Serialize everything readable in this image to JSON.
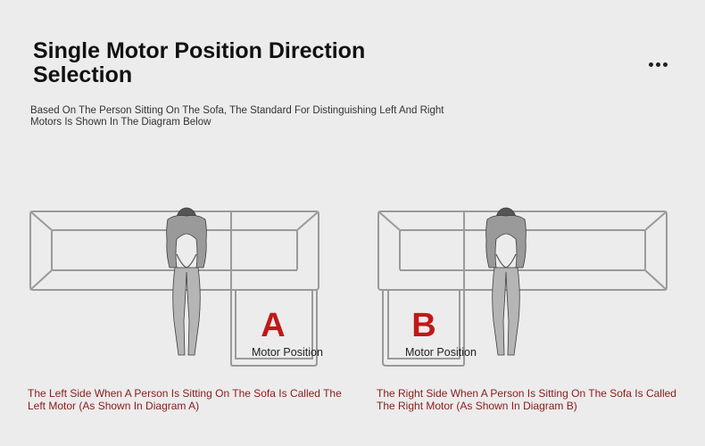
{
  "header": {
    "title": "Single Motor Position Direction Selection",
    "subtitle": "Based On The Person Sitting On The Sofa, The Standard For Distinguishing Left And Right Motors Is Shown In The Diagram Below"
  },
  "menu_icon": "more-horizontal-icon",
  "diagrams": [
    {
      "letter": "A",
      "motor_label": "Motor Position",
      "caption": "The Left Side When A Person Is Sitting On The Sofa Is Called The Left Motor (As Shown In Diagram A)"
    },
    {
      "letter": "B",
      "motor_label": "Motor Position",
      "caption": "The Right Side When A Person Is Sitting On The Sofa Is Called The Right Motor (As Shown In Diagram B)"
    }
  ],
  "colors": {
    "background": "#ececec",
    "letter": "#c01818",
    "caption": "#8b1a1a",
    "sofa_outline": "#9a9a9a"
  }
}
